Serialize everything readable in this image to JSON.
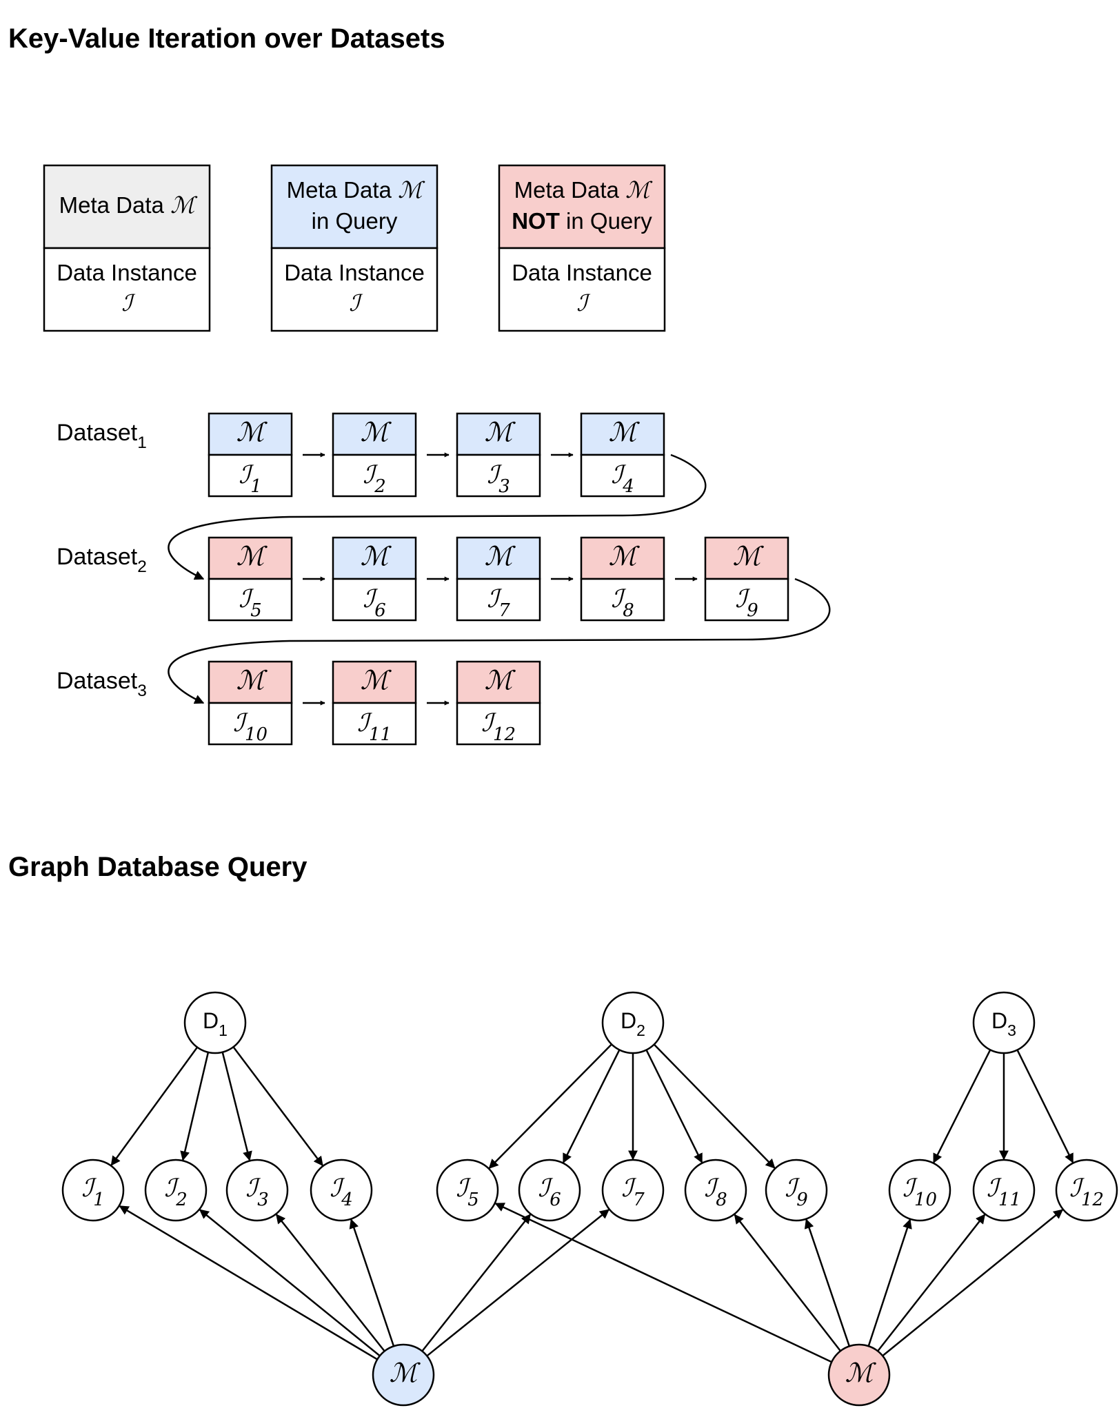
{
  "headings": {
    "kv": "Key-Value Iteration over Datasets",
    "graph": "Graph Database Query"
  },
  "colors": {
    "grey": "#eeeeee",
    "blue": "#dae8fc",
    "red": "#f8cecc",
    "stroke": "#000000"
  },
  "symbols": {
    "meta": "ℳ",
    "instance": "ℐ"
  },
  "legend": [
    {
      "id": "plain",
      "fill": "grey",
      "top_lines": [
        "Meta Data ℳ"
      ],
      "bottom_lines": [
        "Data Instance",
        "ℐ"
      ]
    },
    {
      "id": "in-query",
      "fill": "blue",
      "top_lines": [
        "Meta Data ℳ",
        "in Query"
      ],
      "bottom_lines": [
        "Data Instance",
        "ℐ"
      ]
    },
    {
      "id": "not-in-query",
      "fill": "red",
      "top_lines": [
        "Meta Data ℳ",
        "NOT in Query"
      ],
      "bold_word": "NOT",
      "bottom_lines": [
        "Data Instance",
        "ℐ"
      ]
    }
  ],
  "datasets": [
    {
      "label": "Dataset",
      "sub": "1",
      "items": [
        {
          "sub": "1",
          "fill": "blue"
        },
        {
          "sub": "2",
          "fill": "blue"
        },
        {
          "sub": "3",
          "fill": "blue"
        },
        {
          "sub": "4",
          "fill": "blue"
        }
      ]
    },
    {
      "label": "Dataset",
      "sub": "2",
      "items": [
        {
          "sub": "5",
          "fill": "red"
        },
        {
          "sub": "6",
          "fill": "blue"
        },
        {
          "sub": "7",
          "fill": "blue"
        },
        {
          "sub": "8",
          "fill": "red"
        },
        {
          "sub": "9",
          "fill": "red"
        }
      ]
    },
    {
      "label": "Dataset",
      "sub": "3",
      "items": [
        {
          "sub": "10",
          "fill": "red"
        },
        {
          "sub": "11",
          "fill": "red"
        },
        {
          "sub": "12",
          "fill": "red"
        }
      ]
    }
  ],
  "graph": {
    "d_nodes": [
      {
        "label": "D",
        "sub": "1"
      },
      {
        "label": "D",
        "sub": "2"
      },
      {
        "label": "D",
        "sub": "3"
      }
    ],
    "i_nodes": [
      "1",
      "2",
      "3",
      "4",
      "5",
      "6",
      "7",
      "8",
      "9",
      "10",
      "11",
      "12"
    ],
    "d_edges": [
      {
        "from": 0,
        "to": [
          1,
          2,
          3,
          4
        ]
      },
      {
        "from": 1,
        "to": [
          5,
          6,
          7,
          8,
          9
        ]
      },
      {
        "from": 2,
        "to": [
          10,
          11,
          12
        ]
      }
    ],
    "m_nodes": [
      {
        "fill": "blue",
        "to": [
          1,
          2,
          3,
          4,
          6,
          7
        ]
      },
      {
        "fill": "red",
        "to": [
          5,
          8,
          9,
          10,
          11,
          12
        ]
      }
    ]
  }
}
